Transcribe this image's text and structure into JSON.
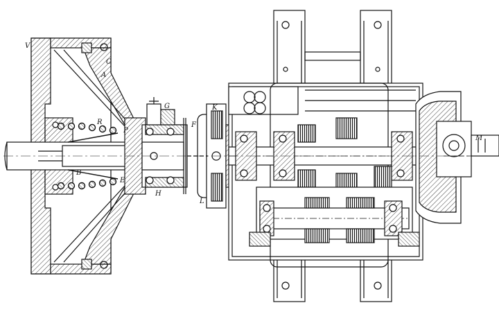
{
  "drawing": {
    "labels": {
      "V": "V",
      "C": "C",
      "A": "A",
      "R": "R",
      "P": "P",
      "B": "B",
      "E": "E",
      "G": "G",
      "F": "F",
      "H": "H",
      "K": "K",
      "L": "L",
      "M": "M"
    }
  }
}
